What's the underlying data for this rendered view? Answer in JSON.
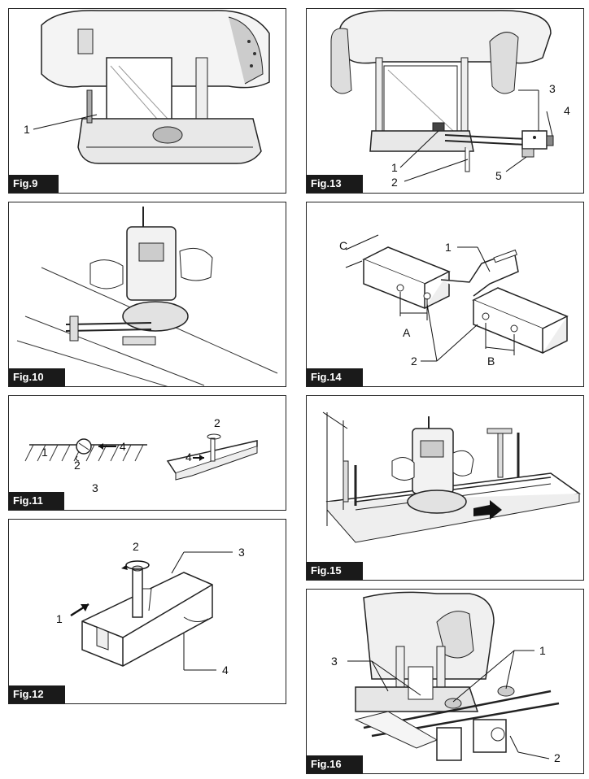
{
  "figures": [
    {
      "id": "fig9",
      "label": "Fig.9",
      "callouts": [
        "1"
      ]
    },
    {
      "id": "fig10",
      "label": "Fig.10",
      "callouts": []
    },
    {
      "id": "fig11",
      "label": "Fig.11",
      "callouts": [
        "1",
        "4",
        "2",
        "2",
        "4",
        "3"
      ]
    },
    {
      "id": "fig12",
      "label": "Fig.12",
      "callouts": [
        "2",
        "3",
        "1",
        "4"
      ]
    },
    {
      "id": "fig13",
      "label": "Fig.13",
      "callouts": [
        "3",
        "4",
        "1",
        "2",
        "5"
      ]
    },
    {
      "id": "fig14",
      "label": "Fig.14",
      "callouts": [
        "C",
        "1",
        "A",
        "2",
        "B"
      ]
    },
    {
      "id": "fig15",
      "label": "Fig.15",
      "callouts": []
    },
    {
      "id": "fig16",
      "label": "Fig.16",
      "callouts": [
        "1",
        "3",
        "2"
      ]
    }
  ]
}
